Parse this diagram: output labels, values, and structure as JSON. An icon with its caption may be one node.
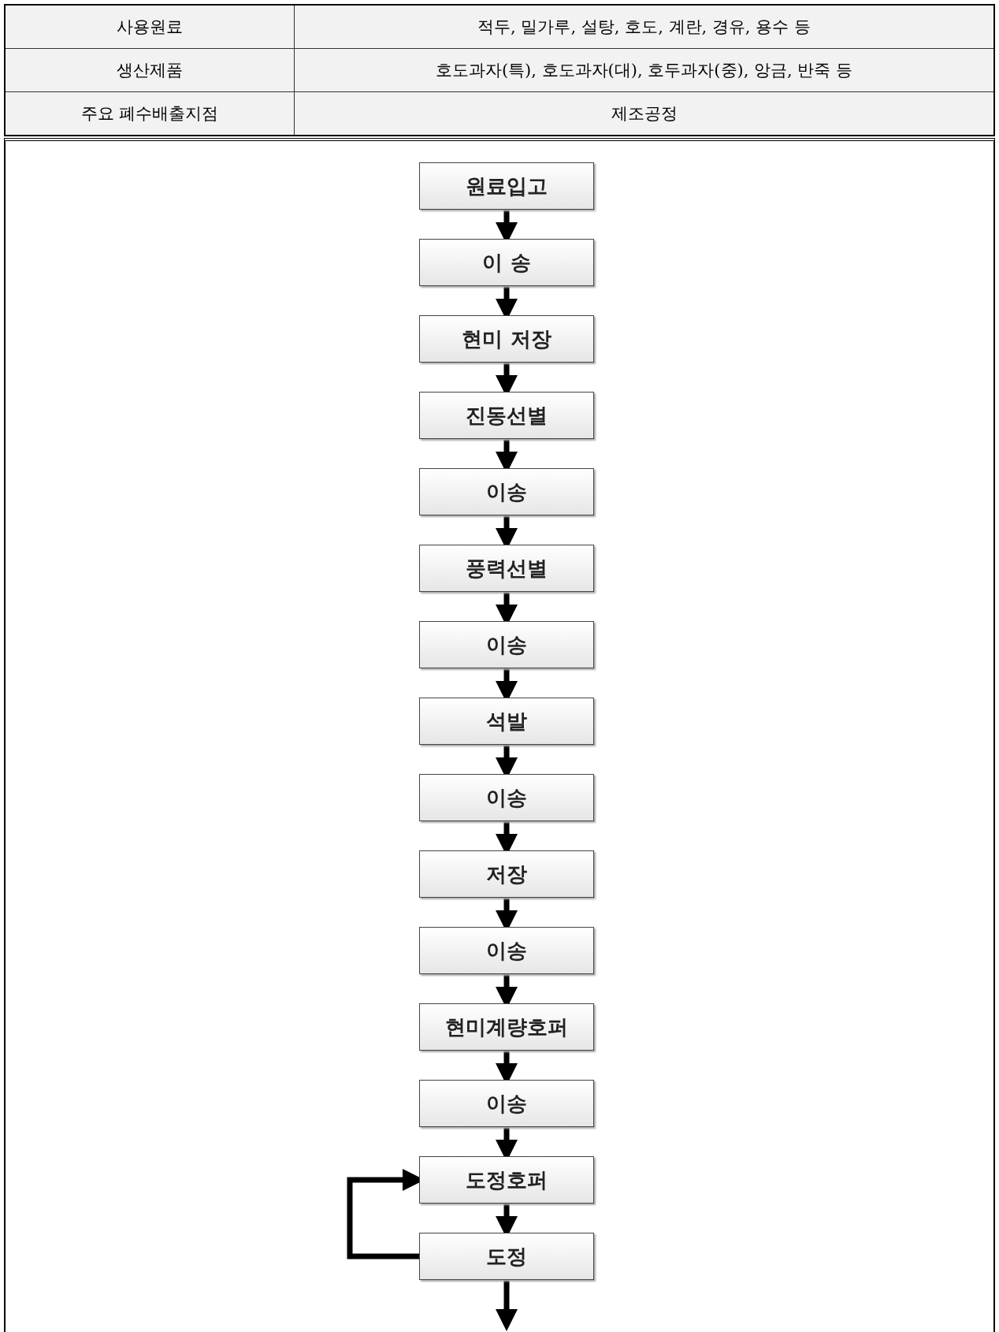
{
  "diagram": {
    "nodes": [
      {
        "text": [
          "원료입고"
        ]
      },
      {
        "text": [
          "이 송"
        ]
      },
      {
        "text": [
          "현미 저장"
        ]
      },
      {
        "text": [
          "진동선별"
        ]
      },
      {
        "text": [
          "이송"
        ]
      },
      {
        "text": [
          "풍력선별"
        ]
      },
      {
        "text": [
          "이송"
        ]
      },
      {
        "text": [
          "석발"
        ]
      },
      {
        "text": [
          "이송"
        ]
      },
      {
        "text": [
          "저장"
        ]
      },
      {
        "text": [
          "이송"
        ]
      },
      {
        "text": [
          "현미계량호퍼"
        ]
      },
      {
        "text": [
          "이송"
        ]
      },
      {
        "text": [
          "도정호퍼"
        ]
      },
      {
        "text": [
          "도정"
        ]
      }
    ],
    "edges": [
      {
        "from": 0,
        "to": 1,
        "arrow": "to"
      },
      {
        "from": 1,
        "to": 2,
        "arrow": "to"
      },
      {
        "from": 2,
        "to": 3,
        "arrow": "to"
      },
      {
        "from": 3,
        "to": 4,
        "arrow": "to"
      },
      {
        "from": 4,
        "to": 5,
        "arrow": "to"
      },
      {
        "from": 5,
        "to": 6,
        "arrow": "to"
      },
      {
        "from": 6,
        "to": 7,
        "arrow": "to"
      },
      {
        "from": 7,
        "to": 8,
        "arrow": "to"
      },
      {
        "from": 8,
        "to": 9,
        "arrow": "to"
      },
      {
        "from": 9,
        "to": 10,
        "arrow": "to"
      },
      {
        "from": 10,
        "to": 11,
        "arrow": "to"
      },
      {
        "from": 11,
        "to": 12,
        "arrow": "to"
      },
      {
        "from": 12,
        "to": 13,
        "arrow": "to"
      },
      {
        "from": 13,
        "to": 14,
        "arrow": "to"
      },
      {
        "from": 14,
        "to": 13,
        "arrow": "to"
      },
      {
        "from": 14,
        "to": null,
        "arrow": "to"
      }
    ],
    "labels": [
      "사용원료",
      "적두, 밀가루, 설탕, 호도, 계란, 경유, 용수 등",
      "생산제품",
      "호도과자(특), 호도과자(대), 호두과자(중), 앙금, 반죽 등",
      "주요 폐수배출지점",
      "제조공정"
    ]
  }
}
